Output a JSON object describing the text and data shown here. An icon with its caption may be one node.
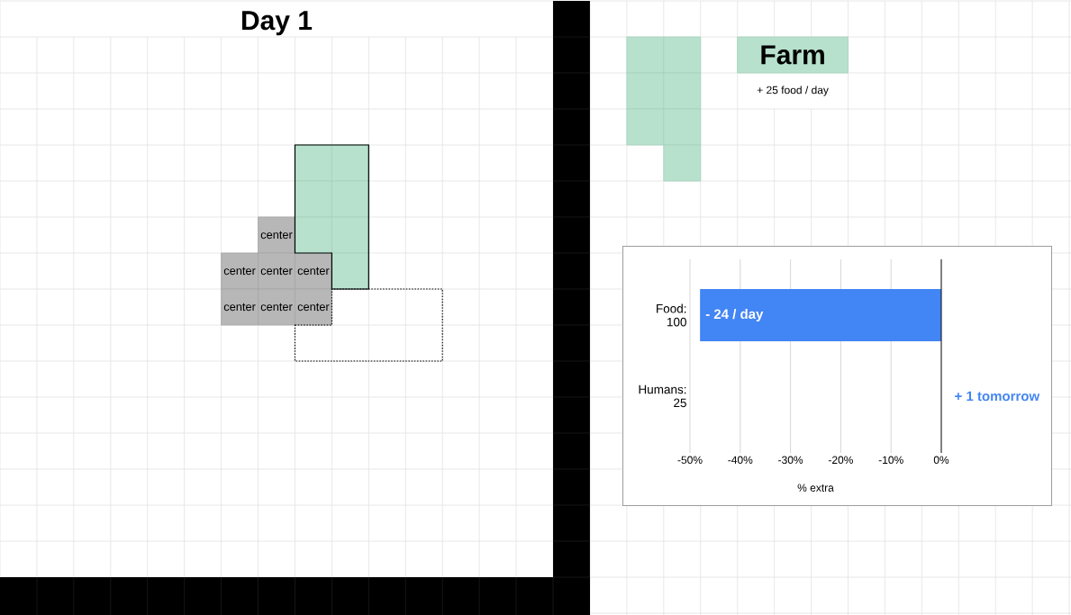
{
  "diagram": {
    "title": "Day 1",
    "nodes": [
      {
        "text": [],
        "shape": "box"
      },
      {
        "text": [
          "center"
        ]
      },
      {
        "text": [
          "center"
        ]
      },
      {
        "text": [
          "center"
        ]
      },
      {
        "text": [
          "center"
        ]
      },
      {
        "text": [
          "center"
        ]
      },
      {
        "text": [
          "center"
        ]
      },
      {
        "text": [
          "center"
        ]
      },
      {
        "text": [],
        "shape": "box"
      },
      {
        "text": [],
        "shape": "box"
      },
      {
        "text": [
          "Farm"
        ],
        "beside": [
          "+ 25 food / day"
        ]
      }
    ],
    "chart_data": {
      "type": "bar",
      "orientation": "horizontal",
      "xlabel": "% extra",
      "categories": [
        "Food: 100",
        "Humans: 25"
      ],
      "series": [
        {
          "color": "#4285f4",
          "values": [
            -48,
            0
          ]
        }
      ],
      "xlim": [
        -50,
        0
      ],
      "xticks": [
        {
          "value": -50,
          "label": "-50%"
        },
        {
          "value": -40,
          "label": "-40%"
        },
        {
          "value": -30,
          "label": "-30%"
        },
        {
          "value": -20,
          "label": "-20%"
        },
        {
          "value": -10,
          "label": "-10%"
        },
        {
          "value": 0,
          "label": "0%"
        }
      ],
      "grid": true,
      "value_labels": [
        "- 24 / day",
        "+ 1 tomorrow"
      ]
    }
  }
}
